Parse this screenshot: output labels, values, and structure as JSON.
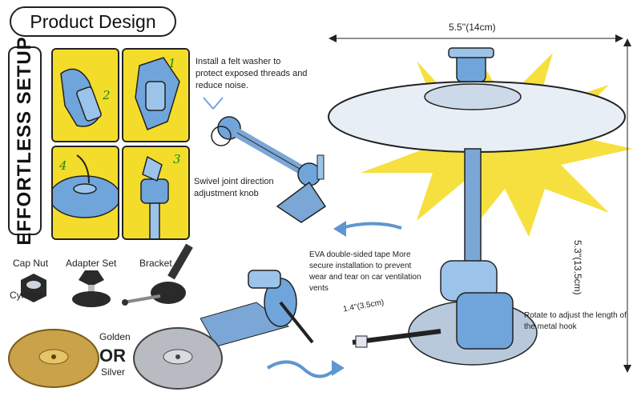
{
  "header": {
    "title": "Product Design"
  },
  "sidebar": {
    "setup_label": "EFFORTLESS SETUP"
  },
  "steps": [
    {
      "number": "1"
    },
    {
      "number": "2"
    },
    {
      "number": "3"
    },
    {
      "number": "4"
    }
  ],
  "annotations": {
    "felt_washer": "Install a felt washer to protect exposed threads and reduce noise.",
    "swivel": "Swivel joint direction adjustment knob",
    "eva_tape": "EVA double-sided tape More secure installation to prevent wear and tear on car ventilation vents",
    "rotate": "Rotate to adjust the length of the metal hook"
  },
  "dimensions": {
    "width": "5.5''(14cm)",
    "height": "5.3''(13.5cm)",
    "hook": "1.4''(3.5cm)"
  },
  "parts": {
    "cap_nut": "Cap Nut",
    "adapter_set": "Adapter Set",
    "bracket": "Bracket",
    "cymbal": "Cymbal",
    "golden": "Golden",
    "or": "OR",
    "silver": "Silver"
  },
  "colors": {
    "accent_blue": "#5f96cf",
    "burst_yellow": "#f4dd2a",
    "gold": "#c9a24a",
    "silver": "#b8bcc2"
  }
}
